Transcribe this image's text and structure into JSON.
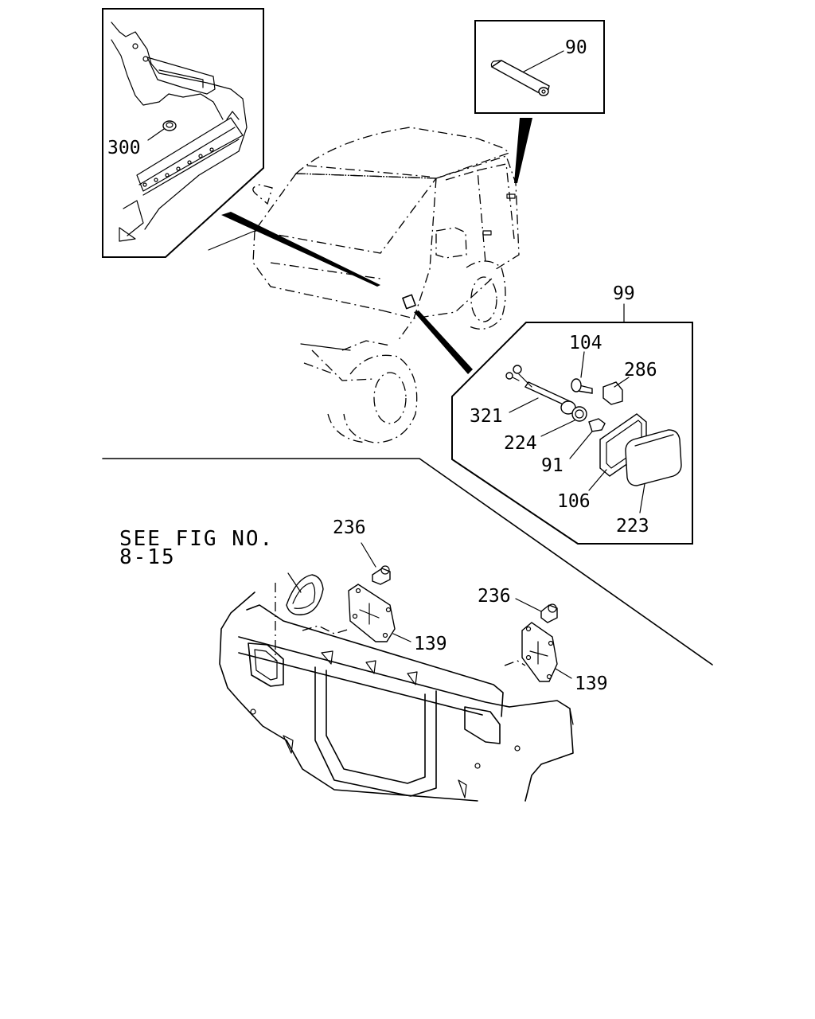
{
  "diagram": {
    "note_line1": "SEE FIG NO.",
    "note_line2": "8-15",
    "callouts": {
      "p300": "300",
      "p90": "90",
      "p99": "99",
      "p104": "104",
      "p286": "286",
      "p321": "321",
      "p224": "224",
      "p91": "91",
      "p106": "106",
      "p223": "223",
      "p236a": "236",
      "p236b": "236",
      "p139a": "139",
      "p139b": "139"
    }
  }
}
